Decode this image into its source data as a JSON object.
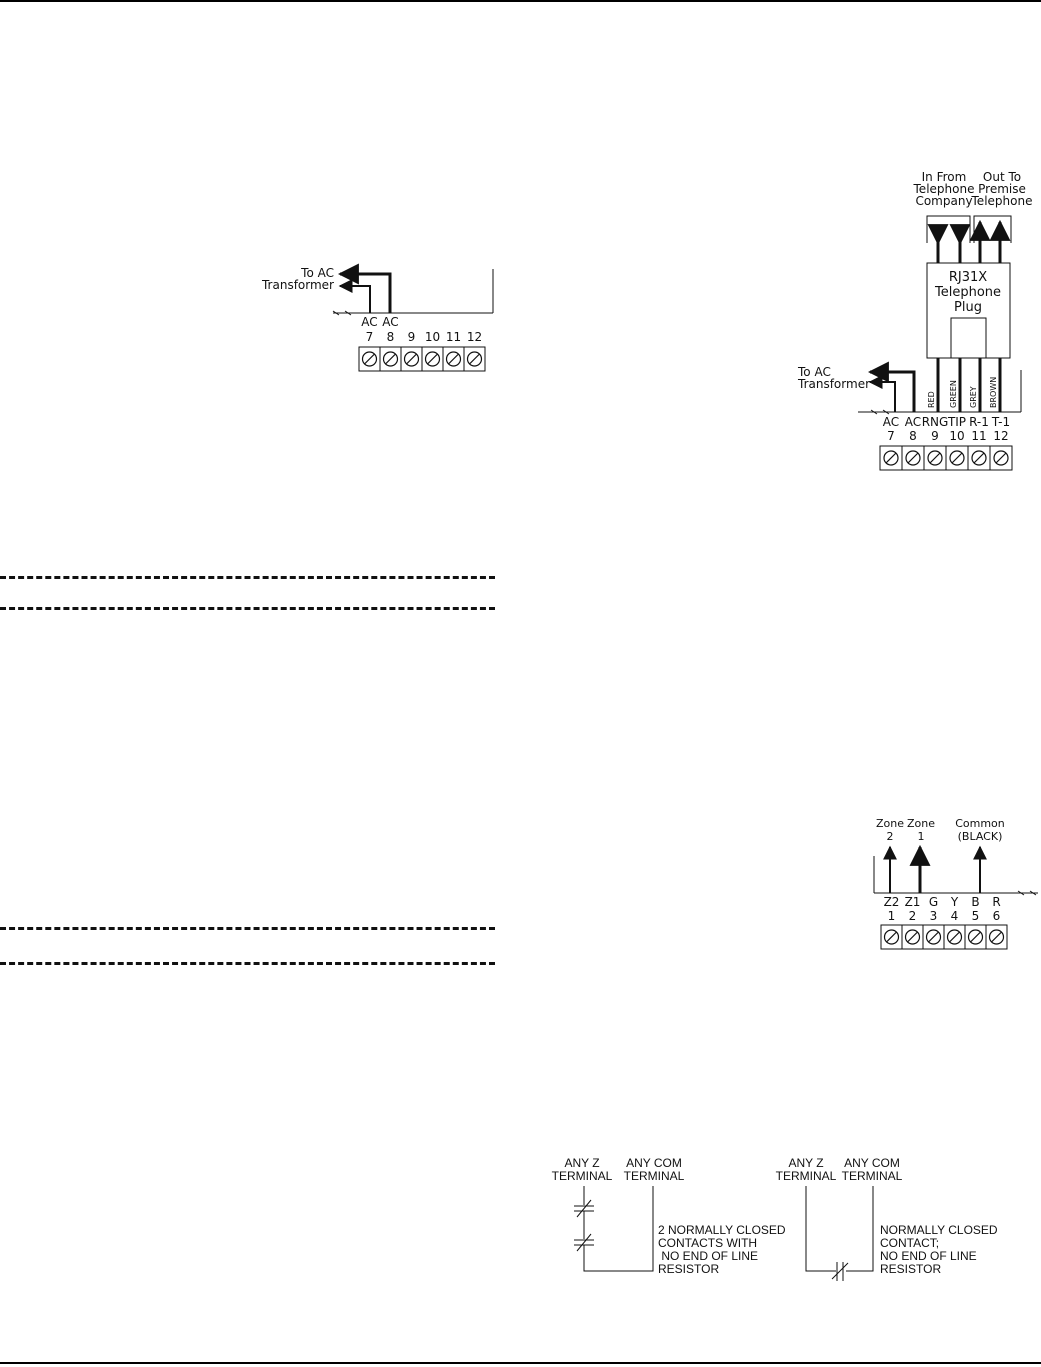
{
  "diagram1": {
    "ac_label": [
      "To AC",
      "Transformer"
    ],
    "terminal_labels": [
      "AC",
      "AC",
      "",
      "",
      "",
      ""
    ],
    "terminal_numbers": [
      "7",
      "8",
      "9",
      "10",
      "11",
      "12"
    ]
  },
  "diagram2": {
    "in_label": [
      "In From",
      "Telephone",
      "Company"
    ],
    "out_label": [
      "Out To",
      "Premise",
      "Telephone"
    ],
    "plug_label": [
      "RJ31X",
      "Telephone",
      "Plug"
    ],
    "wire_colors": [
      "RED",
      "GREEN",
      "GREY",
      "BROWN"
    ],
    "ac_label": [
      "To AC",
      "Transformer"
    ],
    "terminal_labels": [
      "AC",
      "AC",
      "RNG",
      "TIP",
      "R-1",
      "T-1"
    ],
    "terminal_numbers": [
      "7",
      "8",
      "9",
      "10",
      "11",
      "12"
    ]
  },
  "diagram3": {
    "zone2_label": [
      "Zone",
      "2"
    ],
    "zone1_label": [
      "Zone",
      "1"
    ],
    "common_label": [
      "Common",
      "(BLACK)"
    ],
    "terminal_labels": [
      "Z2",
      "Z1",
      "G",
      "Y",
      "B",
      "R"
    ],
    "terminal_numbers": [
      "1",
      "2",
      "3",
      "4",
      "5",
      "6"
    ]
  },
  "diagram4": {
    "left": {
      "z_label": [
        "ANY Z",
        "TERMINAL"
      ],
      "com_label": [
        "ANY COM",
        "TERMINAL"
      ],
      "note": [
        "2 NORMALLY CLOSED",
        "CONTACTS WITH",
        " NO END OF LINE",
        "RESISTOR"
      ]
    },
    "right": {
      "z_label": [
        "ANY Z",
        "TERMINAL"
      ],
      "com_label": [
        "ANY COM",
        "TERMINAL"
      ],
      "note": [
        "NORMALLY CLOSED",
        "CONTACT;",
        "NO END OF LINE",
        "RESISTOR"
      ]
    }
  }
}
